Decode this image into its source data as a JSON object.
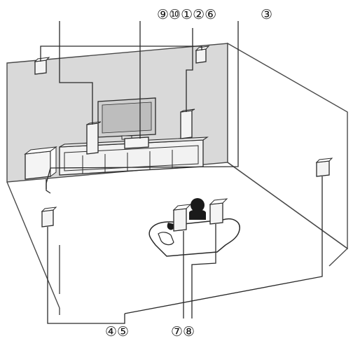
{
  "labels": {
    "top_group": "⑨⑩①②⑥",
    "top_single": "③",
    "bottom_left": "④⑤",
    "bottom_right": "⑦⑧"
  },
  "colors": {
    "wall": "#d9d9d9",
    "floor": "#ffffff",
    "line": "#2a2a2a"
  }
}
